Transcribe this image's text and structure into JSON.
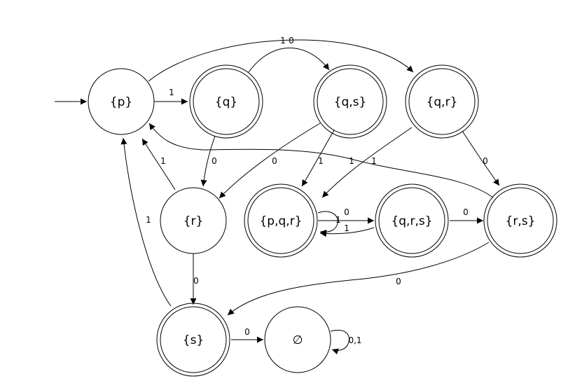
{
  "diagram": {
    "states": [
      {
        "id": "p",
        "label": "{p}",
        "accepting": false,
        "start": true
      },
      {
        "id": "q",
        "label": "{q}",
        "accepting": true,
        "start": false
      },
      {
        "id": "qs",
        "label": "{q,s}",
        "accepting": true,
        "start": false
      },
      {
        "id": "qr",
        "label": "{q,r}",
        "accepting": true,
        "start": false
      },
      {
        "id": "r",
        "label": "{r}",
        "accepting": false,
        "start": false
      },
      {
        "id": "pqr",
        "label": "{p,q,r}",
        "accepting": true,
        "start": false
      },
      {
        "id": "qrs",
        "label": "{q,r,s}",
        "accepting": true,
        "start": false
      },
      {
        "id": "rs",
        "label": "{r,s}",
        "accepting": true,
        "start": false
      },
      {
        "id": "s",
        "label": "{s}",
        "accepting": true,
        "start": false
      },
      {
        "id": "empty",
        "label": "∅",
        "accepting": false,
        "start": false
      }
    ],
    "transitions": [
      {
        "id": "p-q",
        "from": "p",
        "to": "q",
        "label": "1"
      },
      {
        "id": "p-qr",
        "from": "p",
        "to": "qr",
        "label": "0"
      },
      {
        "id": "q-qs",
        "from": "q",
        "to": "qs",
        "label": "1"
      },
      {
        "id": "q-r",
        "from": "q",
        "to": "r",
        "label": "0"
      },
      {
        "id": "qs-r",
        "from": "qs",
        "to": "r",
        "label": "0"
      },
      {
        "id": "qs-pqr",
        "from": "qs",
        "to": "pqr",
        "label": "1"
      },
      {
        "id": "qr-pqr",
        "from": "qr",
        "to": "pqr",
        "label": "1"
      },
      {
        "id": "qr-rs",
        "from": "qr",
        "to": "rs",
        "label": "0"
      },
      {
        "id": "rs-p",
        "from": "rs",
        "to": "p",
        "label": "1"
      },
      {
        "id": "r-p",
        "from": "r",
        "to": "p",
        "label": "1"
      },
      {
        "id": "r-s",
        "from": "r",
        "to": "s",
        "label": "0"
      },
      {
        "id": "s-p",
        "from": "s",
        "to": "p",
        "label": "1"
      },
      {
        "id": "pqr-loop",
        "from": "pqr",
        "to": "pqr",
        "label": "1"
      },
      {
        "id": "pqr-qrs",
        "from": "pqr",
        "to": "qrs",
        "label": "0"
      },
      {
        "id": "qrs-pqr",
        "from": "qrs",
        "to": "pqr",
        "label": "1"
      },
      {
        "id": "qrs-rs",
        "from": "qrs",
        "to": "rs",
        "label": "0"
      },
      {
        "id": "rs-s",
        "from": "rs",
        "to": "s",
        "label": "0"
      },
      {
        "id": "s-empty",
        "from": "s",
        "to": "empty",
        "label": "0"
      },
      {
        "id": "empty-loop",
        "from": "empty",
        "to": "empty",
        "label": "0,1"
      }
    ]
  }
}
